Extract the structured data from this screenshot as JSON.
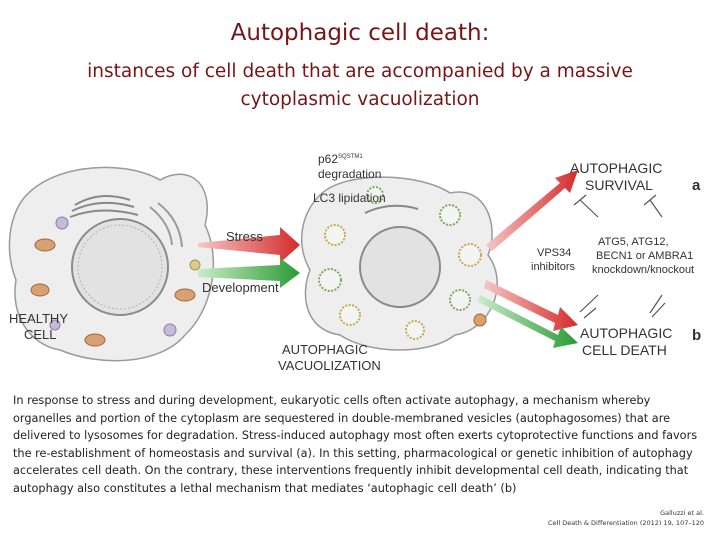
{
  "title": "Autophagic cell death:",
  "subtitle": "instances of cell death that are accompanied by a massive cytoplasmic vacuolization",
  "diagram": {
    "healthy_cell_line1": "HEALTHY",
    "healthy_cell_line2": "CELL",
    "stress_label": "Stress",
    "development_label": "Development",
    "p62_label": "p62",
    "p62_superscript": "SQSTM1",
    "degradation_label": "degradation",
    "lc3_label": "LC3 lipidation",
    "vacuolization_line1": "AUTOPHAGIC",
    "vacuolization_line2": "VACUOLIZATION",
    "survival_line1": "AUTOPHAGIC",
    "survival_line2": "SURVIVAL",
    "survival_letter": "a",
    "death_line1": "AUTOPHAGIC",
    "death_line2": "CELL DEATH",
    "death_letter": "b",
    "vps34_line1": "VPS34",
    "vps34_line2": "inhibitors",
    "knockdown_line1": "ATG5, ATG12,",
    "knockdown_line2": "BECN1 or AMBRA1",
    "knockdown_line3": "knockdown/knockout",
    "stress_color": "#d93a3a",
    "development_color": "#2f9a3a"
  },
  "caption": "In response to stress and during development, eukaryotic cells often activate autophagy, a mechanism whereby organelles and portion of the cytoplasm are sequestered in double-membraned vesicles (autophagosomes) that are delivered to lysosomes for degradation. Stress-induced autophagy most often exerts cytoprotective functions and favors the re-establishment of homeostasis and survival (a). In this setting, pharmacological or genetic inhibition of autophagy accelerates cell death. On the contrary, these interventions frequently inhibit developmental cell death, indicating that autophagy also constitutes a lethal mechanism that mediates ‘autophagic cell death’ (b)",
  "citation": {
    "line1": "Galluzzi et al.",
    "line2": "Cell Death & Differentiation (2012) 19, 107–120"
  }
}
